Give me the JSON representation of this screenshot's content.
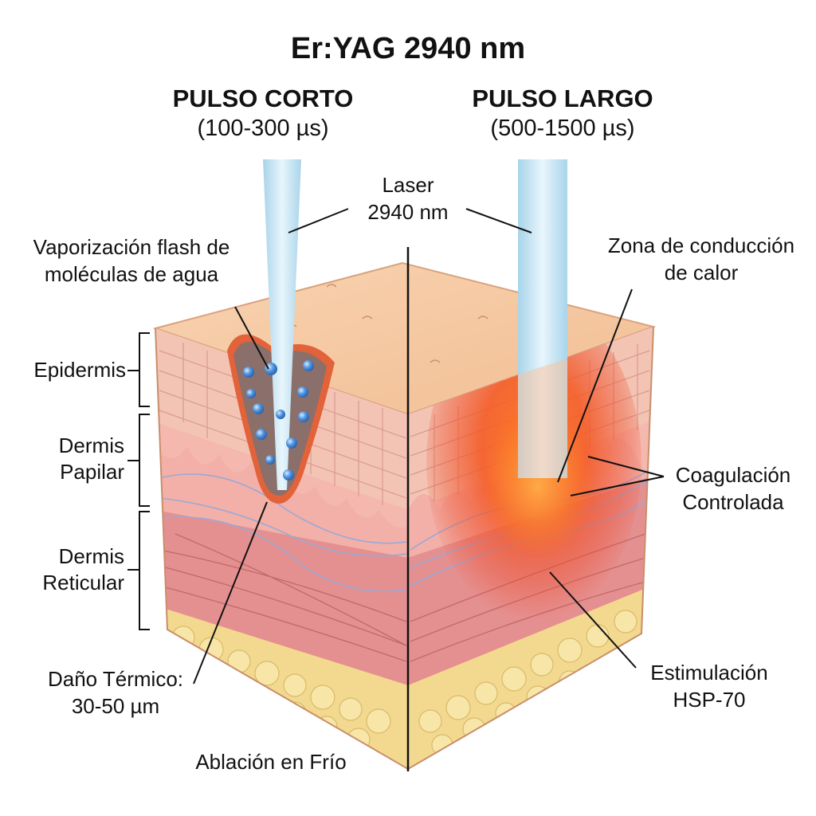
{
  "title": "Er:YAG 2940 nm",
  "short_pulse": {
    "heading": "PULSO CORTO",
    "duration": "(100-300 µs)"
  },
  "long_pulse": {
    "heading": "PULSO LARGO",
    "duration": "(500-1500 µs)"
  },
  "laser_label": {
    "line1": "Laser",
    "line2": "2940 nm"
  },
  "left_labels": {
    "vaporization_line1": "Vaporización flash de",
    "vaporization_line2": "moléculas de agua",
    "epidermis": "Epidermis",
    "papillary_line1": "Dermis",
    "papillary_line2": "Papilar",
    "reticular_line1": "Dermis",
    "reticular_line2": "Reticular",
    "thermal_damage_line1": "Daño Térmico:",
    "thermal_damage_line2": "30-50 µm",
    "cold_ablation": "Ablación en Frío"
  },
  "right_labels": {
    "heat_zone_line1": "Zona de conducción",
    "heat_zone_line2": "de calor",
    "coagulation_line1": "Coagulación",
    "coagulation_line2": "Controlada",
    "hsp_line1": "Estimulación",
    "hsp_line2": "HSP-70"
  },
  "colors": {
    "beam": "#bfe0f0",
    "skin_top": "#f6c9a2",
    "epidermis": "#f3bfb0",
    "papillary_dermis": "#f0b4ae",
    "reticular_dermis": "#e49191",
    "fat": "#f3dc92",
    "heat": "#f04a1e",
    "water": "#3b7fd6"
  }
}
